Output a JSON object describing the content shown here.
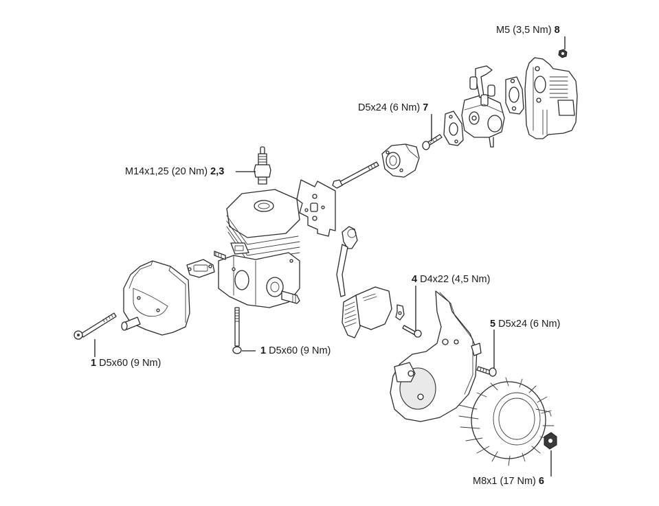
{
  "diagram": {
    "title": "Exploded view – engine assembly tightening torques",
    "callouts": [
      {
        "id": "c8",
        "ref": "8",
        "spec": "M5 (3,5 Nm)",
        "part": "nut (cover)",
        "ref_position": "after"
      },
      {
        "id": "c7",
        "ref": "7",
        "spec": "D5x24 (6 Nm)",
        "part": "screw (carburetor flange)",
        "ref_position": "after"
      },
      {
        "id": "c23",
        "ref": "2,3",
        "spec": "M14x1,25 (20 Nm)",
        "part": "spark plug",
        "ref_position": "after"
      },
      {
        "id": "c4",
        "ref": "4",
        "spec": "D4x22 (4,5 Nm)",
        "part": "screw (ignition module)",
        "ref_position": "before"
      },
      {
        "id": "c5",
        "ref": "5",
        "spec": "D5x24 (6 Nm)",
        "part": "screw (fan housing)",
        "ref_position": "before"
      },
      {
        "id": "c1a",
        "ref": "1",
        "spec": "D5x60 (9 Nm)",
        "part": "screw (muffler)",
        "ref_position": "before"
      },
      {
        "id": "c1b",
        "ref": "1",
        "spec": "D5x60 (9 Nm)",
        "part": "screw (cylinder)",
        "ref_position": "before"
      },
      {
        "id": "c6",
        "ref": "6",
        "spec": "M8x1 (17 Nm)",
        "part": "nut (flywheel)",
        "ref_position": "after"
      }
    ],
    "parts": [
      "air-filter-cover",
      "carburetor",
      "carburetor-gasket",
      "intake-flange",
      "intake-gasket",
      "long-bolt",
      "spark-plug",
      "cylinder-engine",
      "heat-shield",
      "exhaust-gasket",
      "muffler",
      "ignition-module",
      "ignition-bracket",
      "fan-housing",
      "flywheel"
    ]
  }
}
